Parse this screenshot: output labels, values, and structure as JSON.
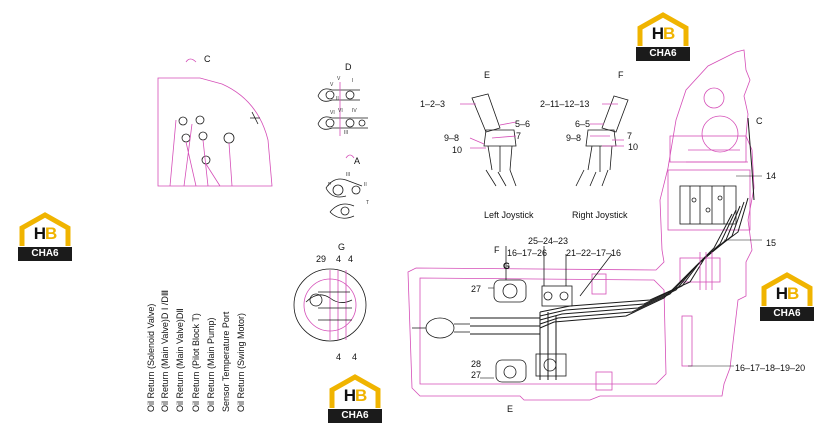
{
  "labels": {
    "C_top": "C",
    "D": "D",
    "A": "A",
    "E_top": "E",
    "F_top": "F",
    "C_right": "C",
    "G": "G",
    "F_mid": "F",
    "G_mid": "G",
    "E_bottom": "E",
    "n_1_2_3": "1–2–3",
    "n_5_6_left": "5–6",
    "n_9_8_left": "9–8",
    "n_7_left": "7",
    "n_10_left": "10",
    "n_2_11_12_13": "2–11–12–13",
    "n_6_5": "6–5",
    "n_9_8_right": "9–8",
    "n_7_right": "7",
    "n_10_right": "10",
    "left_joystick": "Left Joystick",
    "right_joystick": "Right Joystick",
    "n_14": "14",
    "n_15": "15",
    "n_29": "29",
    "n_4a": "4",
    "n_4b": "4",
    "n_4c": "4",
    "n_4d": "4",
    "n_25_24_23": "25–24–23",
    "n_16_17_26": "16–17–26",
    "n_21_22_17_16": "21–22–17–16",
    "n_27a": "27",
    "n_28": "28",
    "n_27b": "27",
    "n_16_17_18_19_20": "16–17–18–19–20",
    "roman_V": "V",
    "roman_I": "I",
    "roman_II": "II",
    "roman_VI": "VI",
    "roman_IV": "IV",
    "roman_III": "III",
    "roman_P": "P",
    "roman_III_a": "III",
    "roman_II_a": "II",
    "roman_T": "T"
  },
  "legend": {
    "items": [
      "Oil Return (Solenoid Valve)",
      "Oil Return (Main Valve)D I /DⅢ",
      "Oil Return (Main Valve)DⅡ",
      "Oil Return (Pilot Block T)",
      "Oil Return (Main Pump)",
      "Sensor Temperature Port",
      "Oil Return (Swing Motor)"
    ]
  },
  "watermark": {
    "letters_left": "H",
    "letters_right": "B",
    "chinese": "CHA6"
  },
  "colors": {
    "line_pink": "#d54fb8",
    "line_black": "#1a1a1a",
    "logo_yellow": "#f0b400",
    "logo_dark": "#1b1b1b"
  }
}
